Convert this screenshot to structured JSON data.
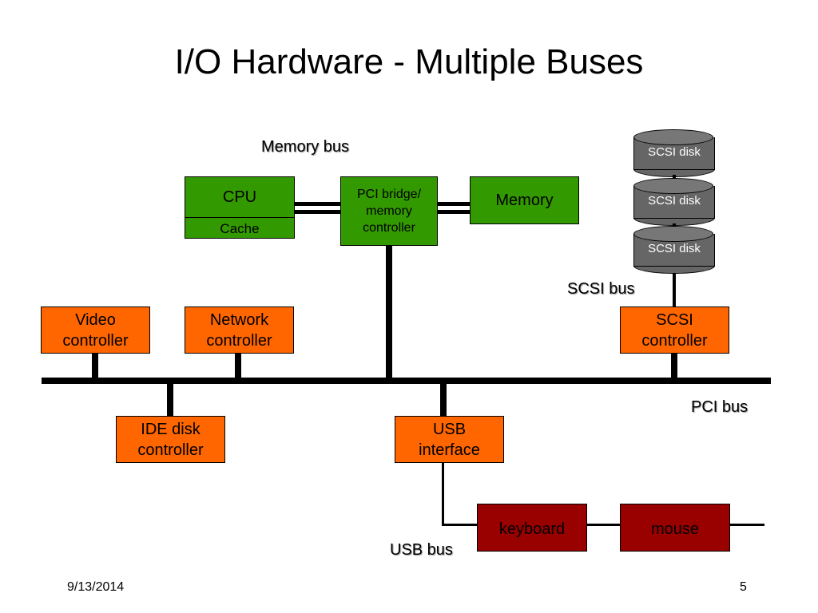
{
  "slide": {
    "title": "I/O Hardware - Multiple Buses",
    "date": "9/13/2014",
    "page_number": "5"
  },
  "labels": {
    "memory_bus": "Memory bus",
    "scsi_bus": "SCSI bus",
    "pci_bus": "PCI bus",
    "usb_bus": "USB bus"
  },
  "components": {
    "cpu": "CPU",
    "cache": "Cache",
    "pci_bridge_line1": "PCI bridge/",
    "pci_bridge_line2": "memory",
    "pci_bridge_line3": "controller",
    "memory": "Memory",
    "video_line1": "Video",
    "video_line2": "controller",
    "network_line1": "Network",
    "network_line2": "controller",
    "scsi_ctrl_line1": "SCSI",
    "scsi_ctrl_line2": "controller",
    "ide_line1": "IDE disk",
    "ide_line2": "controller",
    "usb_line1": "USB",
    "usb_line2": "interface",
    "keyboard": "keyboard",
    "mouse": "mouse",
    "scsi_disks": [
      "SCSI disk",
      "SCSI disk",
      "SCSI disk"
    ]
  },
  "colors": {
    "controller": "#ff6600",
    "cpu_memory": "#339900",
    "device": "#990000",
    "disk": "#666666"
  }
}
